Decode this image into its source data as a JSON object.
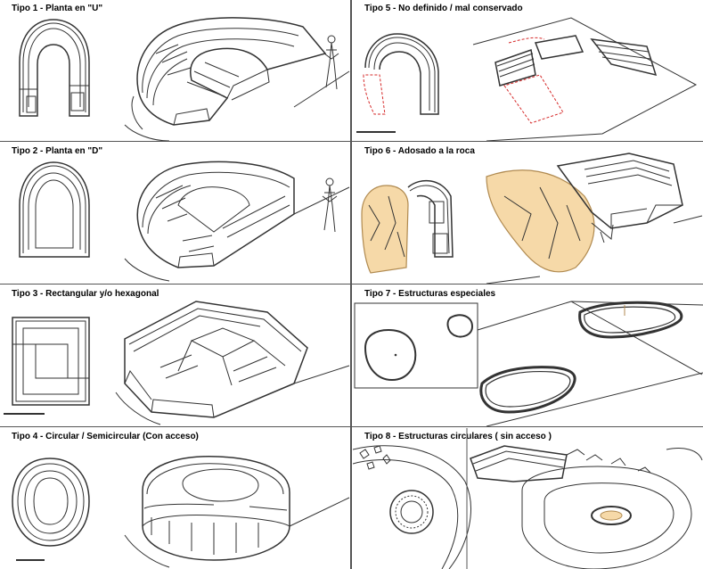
{
  "panels": [
    {
      "title": "Tipo 1 - Planta en \"U\""
    },
    {
      "title": "Tipo 2 - Planta en \"D\""
    },
    {
      "title": "Tipo 3 - Rectangular y/o hexagonal"
    },
    {
      "title": "Tipo 4 - Circular / Semicircular (Con acceso)"
    },
    {
      "title": "Tipo 5 - No definido / mal conservado"
    },
    {
      "title": "Tipo 6 - Adosado a la roca"
    },
    {
      "title": "Tipo 7 - Estructuras especiales"
    },
    {
      "title": "Tipo 8 - Estructuras circulares ( sin acceso )"
    }
  ],
  "colors": {
    "line": "#333333",
    "rock_fill": "#f6d9a8",
    "rock_stroke": "#b08a50",
    "poor_state_dash": "#d62a2a",
    "divider": "#555555"
  }
}
